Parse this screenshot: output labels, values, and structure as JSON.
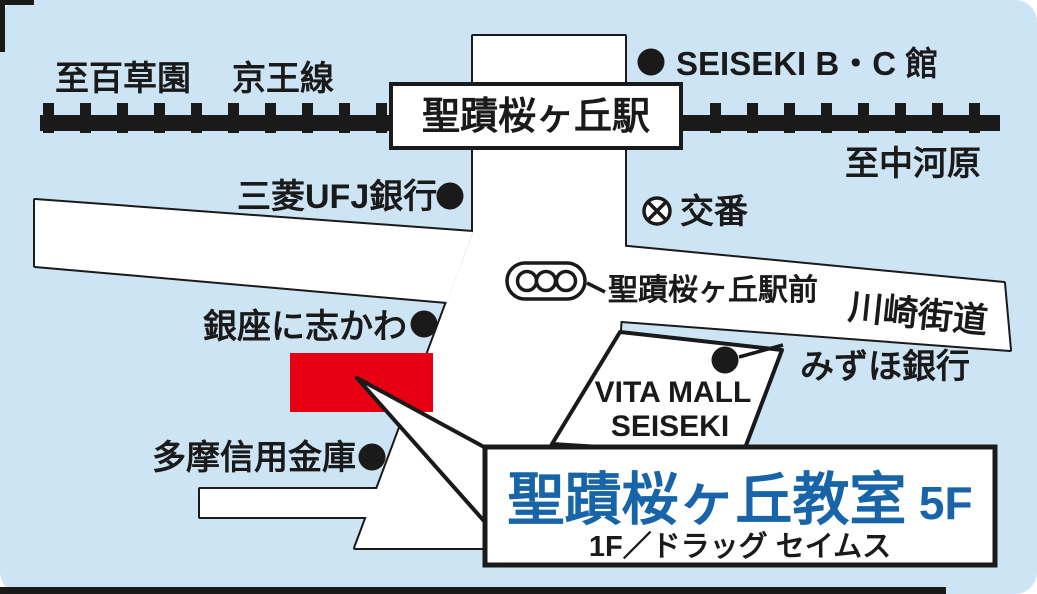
{
  "map": {
    "colors": {
      "background": "#cde4f5",
      "line": "#1a1a1a",
      "marker_red": "#e60012",
      "title_blue": "#1764a9"
    },
    "railway": {
      "line_label": "京王線",
      "left_destination": "至百草園",
      "right_destination": "至中河原"
    },
    "station": {
      "name": "聖蹟桜ヶ丘駅"
    },
    "landmarks": {
      "seiseki_bc": "SEISEKI B・C 館",
      "mitsubishi_ufj": "三菱UFJ銀行",
      "koban": "交番",
      "ekimae_signal": "聖蹟桜ヶ丘駅前",
      "kawasaki_kaido": "川崎街道",
      "ginza_nishikawa": "銀座に志かわ",
      "tama_shinkin": "多摩信用金庫",
      "vita_mall_line1": "VITA MALL",
      "vita_mall_line2": "SEISEKI",
      "mizuho": "みずほ銀行"
    },
    "destination": {
      "title": "聖蹟桜ヶ丘教室",
      "floor": "5F",
      "note": "1F／ドラッグ セイムス"
    }
  }
}
